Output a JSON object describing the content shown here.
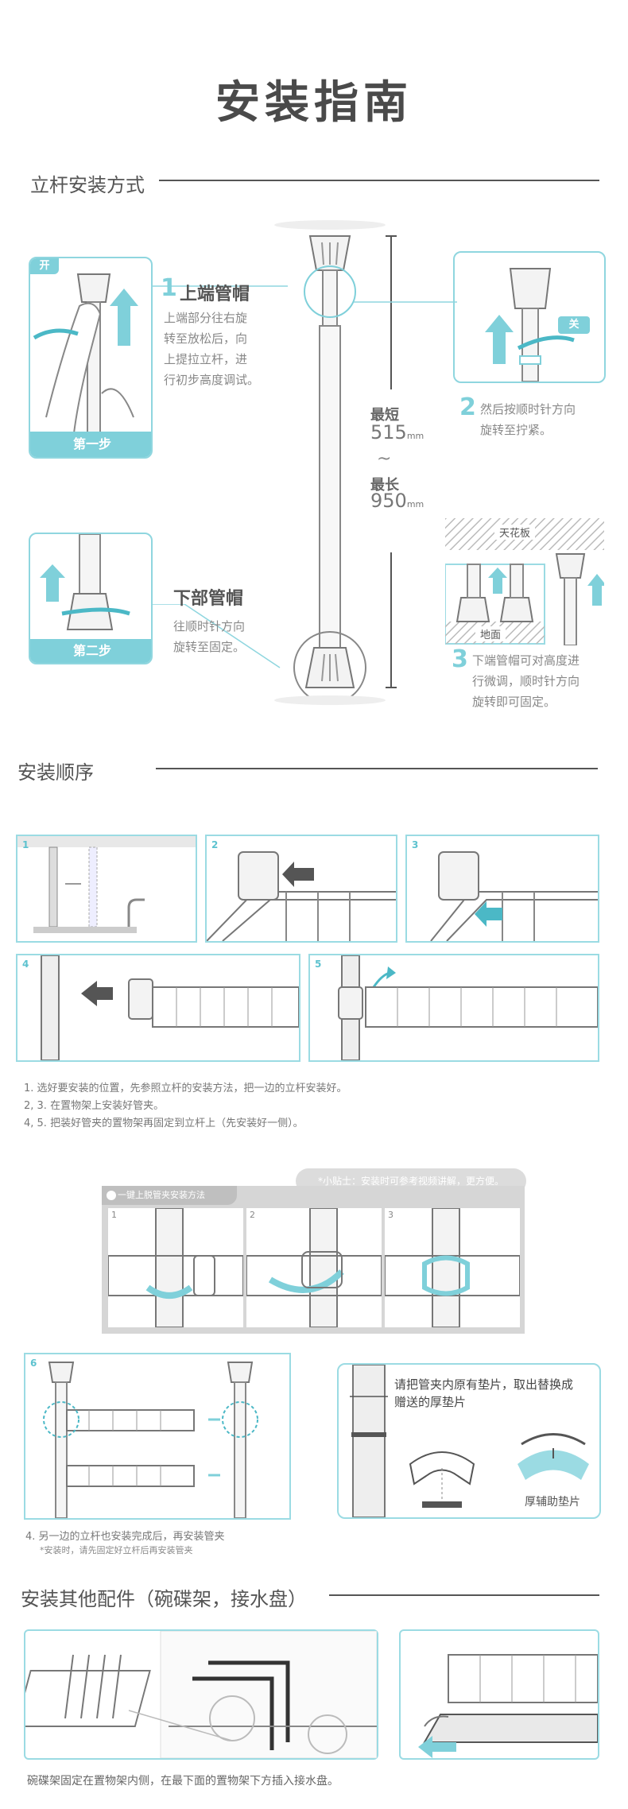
{
  "page": {
    "title": "安装指南"
  },
  "section1": {
    "title": "立杆安装方式",
    "step1_badge": "第一步",
    "step2_badge": "第二步",
    "open_label": "开",
    "close_label": "关",
    "top_cap": {
      "num": "1",
      "heading": "上端管帽",
      "desc": [
        "上端部分往右旋",
        "转至放松后，向",
        "上提拉立杆，进",
        "行初步高度调试。"
      ]
    },
    "bottom_cap": {
      "heading": "下部管帽",
      "desc": [
        "往顺时针方向",
        "旋转至固定。"
      ]
    },
    "tighten": {
      "num": "2",
      "desc": [
        "然后按顺时针方向",
        "旋转至拧紧。"
      ]
    },
    "fix": {
      "num": "3",
      "desc": [
        "下端管帽可对高度进",
        "行微调，顺时针方向",
        "旋转即可固定。"
      ]
    },
    "min_label": "最短",
    "min_value": "515",
    "max_label": "最长",
    "max_value": "950",
    "unit": "mm",
    "ceiling_label": "天花板",
    "floor_label": "地面"
  },
  "section2": {
    "title": "安装顺序",
    "panels": [
      "1",
      "2",
      "3",
      "4",
      "5"
    ],
    "notes": [
      "1. 选好要安装的位置，先参照立杆的安装方法，把一边的立杆安装好。",
      "2, 3. 在置物架上安装好管夹。",
      "4, 5. 把装好管夹的置物架再固定到立杆上（先安装好一侧）。"
    ],
    "tip": "*小贴士：安装时可参考视频讲解，更方便。",
    "clip_method": "一键上脱管夹安装方法",
    "clip_steps": [
      "1",
      "2",
      "3"
    ],
    "panel6_num": "6",
    "pad_text": [
      "请把管夹内原有垫片，取出替换成",
      "赠送的厚垫片"
    ],
    "pad_label": "厚辅助垫片",
    "step4_note": "4. 另一边的立杆也安装完成后，再安装管夹",
    "step4_sub": "*安装时，请先固定好立杆后再安装管夹"
  },
  "section3": {
    "title": "安装其他配件（碗碟架，接水盘）",
    "caption": "碗碟架固定在置物架内侧，在最下面的置物架下方插入接水盘。"
  },
  "colors": {
    "accent": "#7fd0da",
    "text": "#555555"
  }
}
